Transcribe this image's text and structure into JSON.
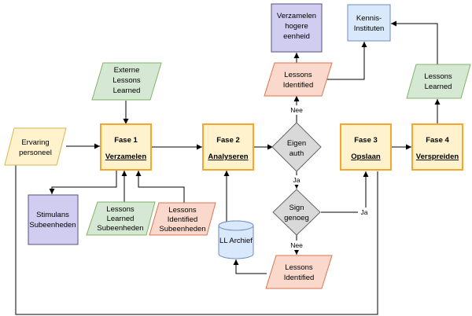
{
  "colors": {
    "phase_fill": "#fff2cc",
    "phase_stroke": "#f7a52d",
    "green_fill": "#d5e8d4",
    "green_stroke": "#82b366",
    "red_fill": "#fad9cc",
    "red_stroke": "#d9754c",
    "yellow_fill": "#fff2cc",
    "yellow_stroke": "#d6b656",
    "purple_fill": "#d0cdf0",
    "purple_stroke": "#56517e",
    "blue_fill": "#dae8fc",
    "blue_stroke": "#6c8ebf",
    "grey_fill": "#d9d9d9",
    "grey_stroke": "#666666"
  },
  "phases": {
    "fase1": {
      "line1": "Fase 1",
      "line2": "Verzamelen"
    },
    "fase2": {
      "line1": "Fase 2",
      "line2": "Analyseren"
    },
    "fase3": {
      "line1": "Fase 3",
      "line2": "Opslaan"
    },
    "fase4": {
      "line1": "Fase 4",
      "line2": "Verspreiden"
    }
  },
  "nodes": {
    "ervaring": [
      "Ervaring",
      "personeel"
    ],
    "externe": [
      "Externe",
      "Lessons",
      "Learned"
    ],
    "stimulans": [
      "Stimulans",
      "Subeenheden"
    ],
    "ll_sub": [
      "Lessons",
      "Learned",
      "Subeenheden"
    ],
    "li_sub": [
      "Lessons",
      "Identified",
      "Subeenheden"
    ],
    "ll_archief": [
      "LL Archief"
    ],
    "eigen_auth": [
      "Eigen",
      "auth"
    ],
    "sign_genoeg": [
      "Sign",
      "genoeg"
    ],
    "li_top": [
      "Lessons",
      "Identified"
    ],
    "li_bottom": [
      "Lessons",
      "Identified"
    ],
    "verzamelen_hogere": [
      "Verzamelen",
      "hogere",
      "eenheid"
    ],
    "kennis": [
      "Kennis-",
      "Instituten"
    ],
    "ll_top": [
      "Lessons",
      "Learned"
    ]
  },
  "edge_labels": {
    "nee_top": "Nee",
    "ja_mid": "Ja",
    "ja_right": "Ja",
    "nee_bottom": "Nee"
  }
}
